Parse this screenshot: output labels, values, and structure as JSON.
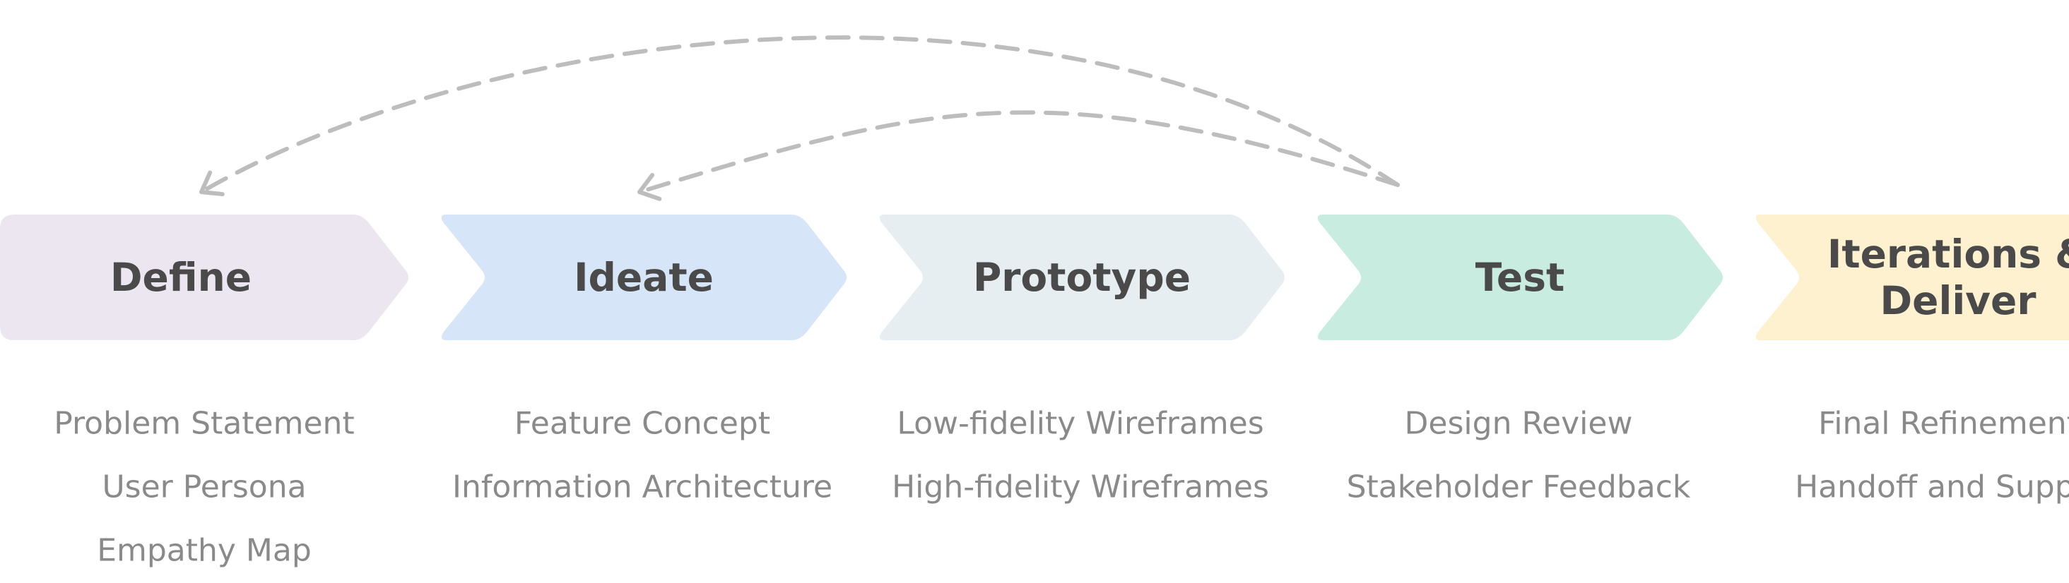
{
  "stages": [
    {
      "label_lines": [
        "Define"
      ],
      "color": "#ece6f1",
      "items": [
        "Problem Statement",
        "User Persona",
        "Empathy Map"
      ]
    },
    {
      "label_lines": [
        "Ideate"
      ],
      "color": "#d6e5f7",
      "items": [
        "Feature Concept",
        "Information Architecture"
      ]
    },
    {
      "label_lines": [
        "Prototype"
      ],
      "color": "#e6eef2",
      "items": [
        "Low-fidelity Wireframes",
        "High-fidelity Wireframes"
      ]
    },
    {
      "label_lines": [
        "Test"
      ],
      "color": "#c8ede0",
      "items": [
        "Design Review",
        "Stakeholder Feedback"
      ]
    },
    {
      "label_lines": [
        "Iterations &",
        "Deliver"
      ],
      "color": "#fdf1cf",
      "items": [
        "Final Refinements",
        "Handoff and Support"
      ]
    }
  ],
  "feedback_loops": [
    {
      "from": "Test",
      "to": "Define"
    },
    {
      "from": "Test",
      "to": "Ideate"
    }
  ],
  "colors": {
    "label_text": "#4a4a4a",
    "item_text": "#8a8a8a",
    "loop_arrow": "#bdbdbd"
  }
}
